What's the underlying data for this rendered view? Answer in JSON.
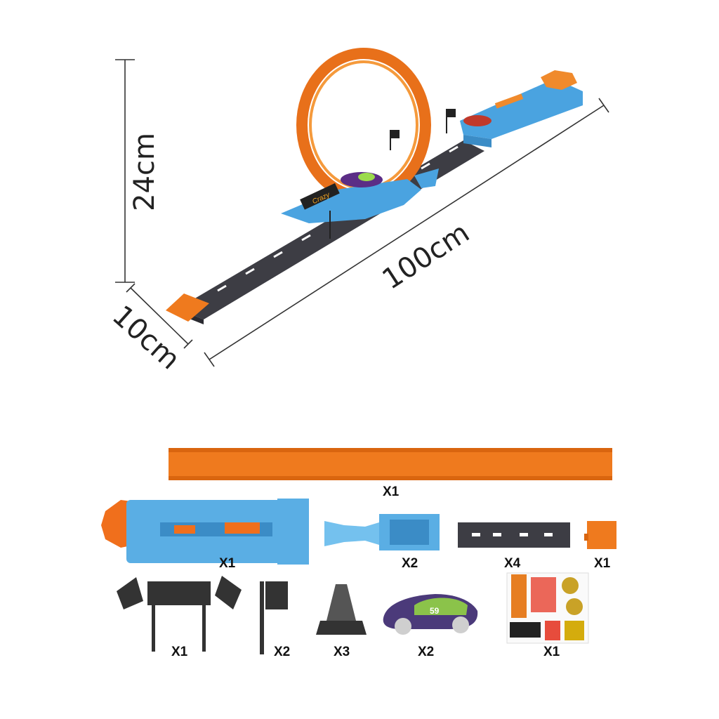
{
  "dimensions": {
    "height": "24cm",
    "length": "100cm",
    "width": "10cm"
  },
  "track_logo": "Crazy",
  "car_number": "59",
  "parts": [
    {
      "name": "orange-track-strip",
      "quantity": "X1"
    },
    {
      "name": "launcher",
      "quantity": "X1"
    },
    {
      "name": "blue-connector",
      "quantity": "X2"
    },
    {
      "name": "gray-track",
      "quantity": "X4"
    },
    {
      "name": "orange-end-ramp",
      "quantity": "X1"
    },
    {
      "name": "banner-arch",
      "quantity": "X1"
    },
    {
      "name": "flag-post",
      "quantity": "X2"
    },
    {
      "name": "cone",
      "quantity": "X3"
    },
    {
      "name": "toy-car",
      "quantity": "X2"
    },
    {
      "name": "sticker-sheet",
      "quantity": "X1"
    }
  ],
  "colors": {
    "track_orange": "#ef7a1e",
    "track_blue": "#4aa3e0",
    "track_gray": "#3d3d44"
  }
}
